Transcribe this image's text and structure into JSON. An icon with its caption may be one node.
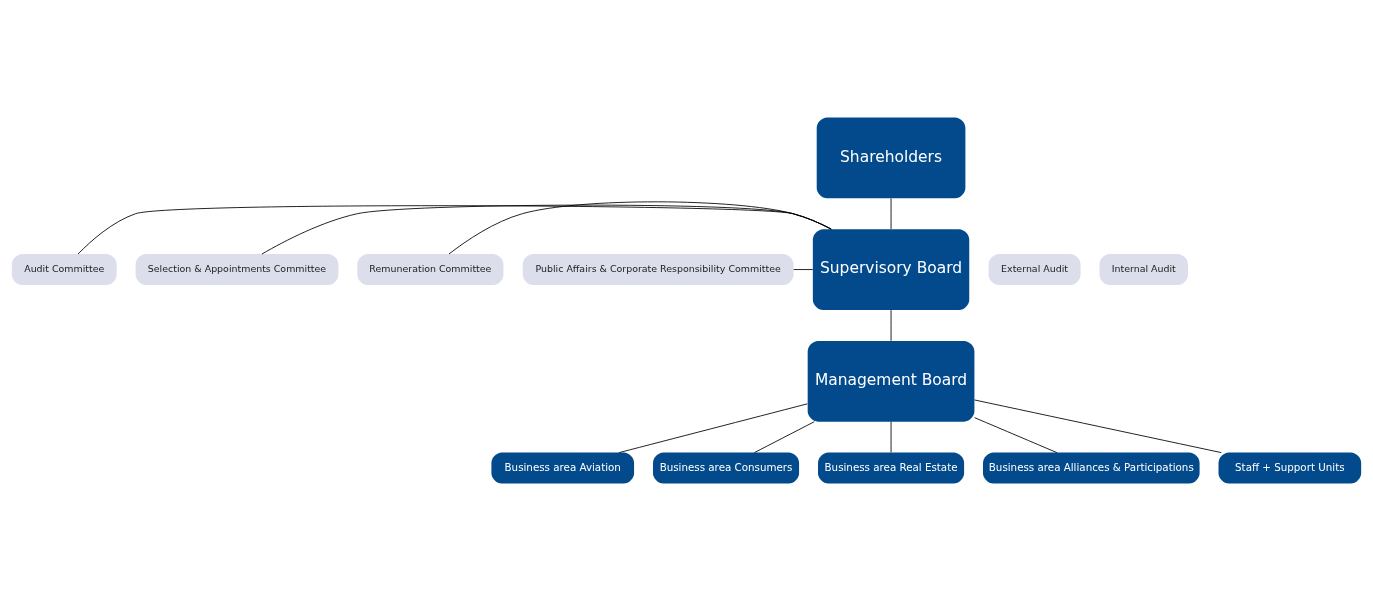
{
  "diagram": {
    "nodes": [
      {
        "text": [
          "Shareholders"
        ]
      },
      {
        "text": [
          "Audit Committee"
        ]
      },
      {
        "text": [
          "Selection & Appointments Committee"
        ]
      },
      {
        "text": [
          "Supervisory Board"
        ]
      },
      {
        "text": [
          "External Audit"
        ]
      },
      {
        "text": [
          "Remuneration Committee"
        ]
      },
      {
        "text": [
          "Internal Audit"
        ]
      },
      {
        "text": [
          "Public Affairs & Corporate Responsibility Committee"
        ]
      },
      {
        "text": [
          "Management Board"
        ]
      },
      {
        "text": [
          "Business area Aviation"
        ]
      },
      {
        "text": [
          "Business area Consumers"
        ]
      },
      {
        "text": [
          "Business area Real Estate"
        ]
      },
      {
        "text": [
          "Business area Alliances & Participations"
        ]
      },
      {
        "text": [
          "Staff + Support Units"
        ]
      }
    ],
    "edges": [
      {
        "from": 0,
        "to": 3,
        "arrow": "none"
      },
      {
        "from": 1,
        "to": 3,
        "arrow": "none"
      },
      {
        "from": 2,
        "to": 3,
        "arrow": "none"
      },
      {
        "from": 5,
        "to": 3,
        "arrow": "none"
      },
      {
        "from": 7,
        "to": 3,
        "arrow": "none"
      },
      {
        "from": 3,
        "to": 8,
        "arrow": "none"
      },
      {
        "from": 8,
        "to": 9,
        "arrow": "none"
      },
      {
        "from": 8,
        "to": 10,
        "arrow": "none"
      },
      {
        "from": 8,
        "to": 11,
        "arrow": "none"
      },
      {
        "from": 8,
        "to": 12,
        "arrow": "none"
      },
      {
        "from": 8,
        "to": 13,
        "arrow": "none"
      }
    ]
  }
}
